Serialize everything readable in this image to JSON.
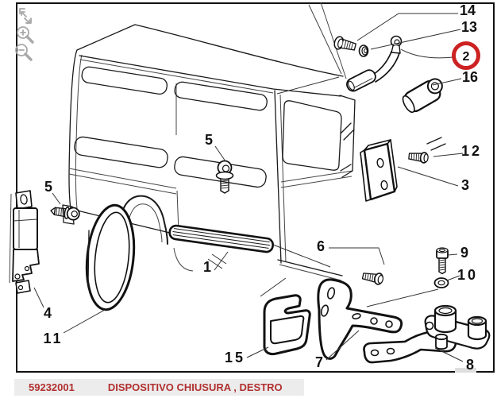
{
  "toolbar": {
    "icons": [
      {
        "name": "fit-to-view"
      },
      {
        "name": "zoom-in"
      },
      {
        "name": "zoom-out"
      }
    ]
  },
  "diagram": {
    "highlighted_part": "2",
    "labels": {
      "l14": "14",
      "l13": "13",
      "l2": "2",
      "l16": "16",
      "l12": "12",
      "l3": "3",
      "l9": "9",
      "l10": "10",
      "l5a": "5",
      "l5b": "5",
      "l6": "6",
      "l1": "1",
      "l4": "4",
      "l11": "11",
      "l15": "15",
      "l7": "7",
      "l8": "8"
    }
  },
  "caption": {
    "code": "59232001",
    "description": "DISPOSITIVO CHIUSURA , DESTRO"
  },
  "colors": {
    "highlight_ring": "#cc2222",
    "caption_text": "#b22f2f",
    "caption_background": "#ececec",
    "line_art": "#1a1a1a",
    "toolbar_icon": "#a8a8a8"
  }
}
